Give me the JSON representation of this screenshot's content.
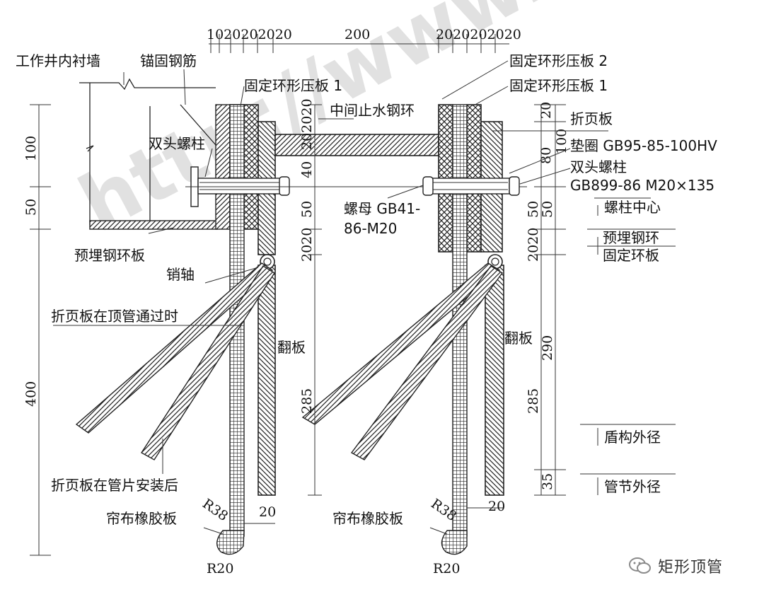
{
  "top_dims": {
    "left": "1020202020",
    "center": "200",
    "right": "2020202020"
  },
  "left_labels": {
    "lining_wall": "工作井内衬墙",
    "anchor_rebar": "锚固钢筋",
    "fixed_plate_1": "固定环形压板 1",
    "double_bolt": "双头螺柱",
    "embedded_plate": "预埋钢环板",
    "pin": "销轴",
    "flap_pass": "折页板在顶管通过时",
    "flip_plate": "翻板",
    "flap_after": "折页板在管片安装后",
    "rubber": "帘布橡胶板",
    "r38": "R38",
    "r20": "R20",
    "dim20": "20"
  },
  "center_labels": {
    "water_ring": "中间止水钢环",
    "nut_line1": "螺母 GB41-",
    "nut_line2": "86-M20",
    "flip_plate": "翻板",
    "rubber": "帘布橡胶板",
    "r38": "R38",
    "r20": "R20",
    "dim20": "20"
  },
  "right_labels": {
    "fixed_plate_2": "固定环形压板 2",
    "fixed_plate_1": "固定环形压板 1",
    "hinge_plate": "折页板",
    "washer": "垫圈 GB95-85-100HV",
    "double_bolt": "双头螺柱",
    "bolt_std": "GB899-86 M20×135",
    "bolt_center": "螺柱中心",
    "embedded_ring": "预埋钢环",
    "fixed_ring": "固定环板",
    "shield_od": "盾构外径",
    "pipe_od": "管节外径"
  },
  "left_dims": {
    "d100": "100",
    "d50": "50",
    "d400": "400"
  },
  "mid_dims": {
    "d202020": "202020",
    "d40": "40",
    "d50": "50",
    "d2020": "2020",
    "d285": "285"
  },
  "right_dims": {
    "d20": "20",
    "d80": "80",
    "d100": "100",
    "d50a": "50",
    "d50b": "50",
    "d2020": "2020",
    "d290": "290",
    "d285": "285",
    "d35": "35"
  },
  "watermark": "http://www.ixueshu",
  "logo_text": "矩形顶管",
  "colors": {
    "line": "#222222",
    "hatch": "#333333",
    "logo": "#8a8a8a"
  }
}
